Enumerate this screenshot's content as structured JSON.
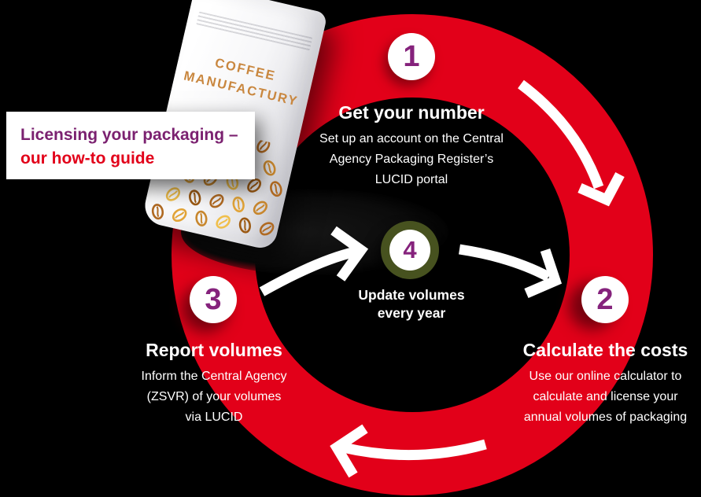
{
  "colors": {
    "background": "#000000",
    "ring_red": "#e20019",
    "number_purple": "#85227c",
    "title_purple": "#7b2170",
    "title_red": "#e20019",
    "center_ring_olive": "#47521f",
    "bag_brand_orange": "#c9873f",
    "arrow_white": "#ffffff"
  },
  "intro_card": {
    "line1": "Licensing your packaging –",
    "line2": "our how-to guide"
  },
  "bag": {
    "brand_line1": "COFFEE",
    "brand_line2": "MANUFACTURY"
  },
  "icons": {
    "arrow_step1_to_step2": "curved-arrow",
    "arrow_step2_to_step3": "curved-arrow",
    "arrow_step3_to_center": "curved-arrow",
    "arrow_center_to_step2": "curved-arrow"
  },
  "steps": [
    {
      "number": "1",
      "heading": "Get your number",
      "lines": [
        "Set up an account on the Central",
        "Agency Packaging Register’s",
        "LUCID portal"
      ]
    },
    {
      "number": "2",
      "heading": "Calculate the costs",
      "lines": [
        "Use our online calculator to",
        "calculate and license your",
        "annual volumes of packaging"
      ]
    },
    {
      "number": "3",
      "heading": "Report volumes",
      "lines": [
        "Inform the Central Agency",
        "(ZSVR) of your volumes",
        "via LUCID"
      ]
    },
    {
      "number": "4",
      "heading_line1": "Update volumes",
      "heading_line2": "every year"
    }
  ]
}
